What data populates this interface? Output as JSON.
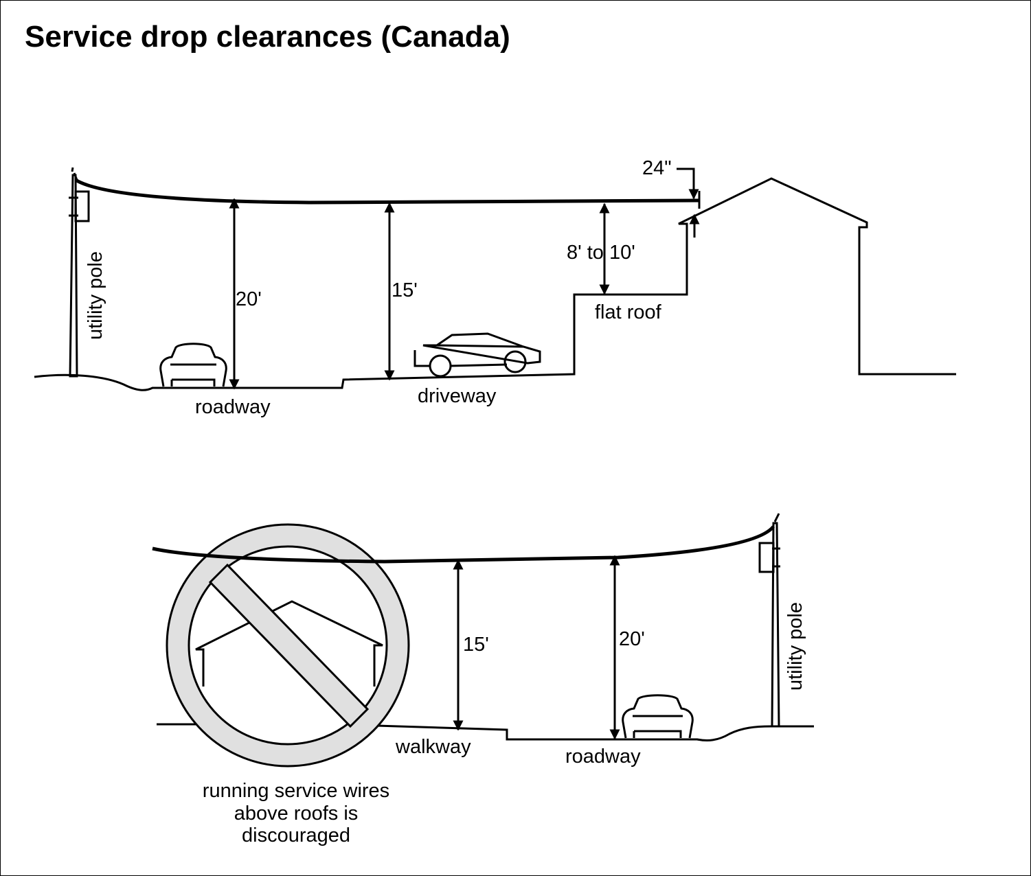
{
  "title": "Service drop clearances (Canada)",
  "top_scene": {
    "pole_label": "utility pole",
    "roadway_clearance": "20'",
    "roadway_label": "roadway",
    "driveway_clearance": "15'",
    "driveway_label": "driveway",
    "flat_roof_clearance": "8' to 10'",
    "flat_roof_label": "flat roof",
    "eave_clearance": "24\""
  },
  "bottom_scene": {
    "walkway_clearance": "15'",
    "walkway_label": "walkway",
    "roadway_clearance": "20'",
    "roadway_label": "roadway",
    "pole_label": "utility pole",
    "warning_lines": [
      "running service wires",
      "above roofs is",
      "discouraged"
    ]
  },
  "colors": {
    "line": "#000000",
    "prohibition_ring": "#e0e0e0",
    "background": "#ffffff"
  },
  "icons": [
    "utility-pole-icon",
    "car-front-icon",
    "car-side-icon",
    "house-icon",
    "prohibition-sign-icon",
    "clearance-arrow-icon"
  ]
}
